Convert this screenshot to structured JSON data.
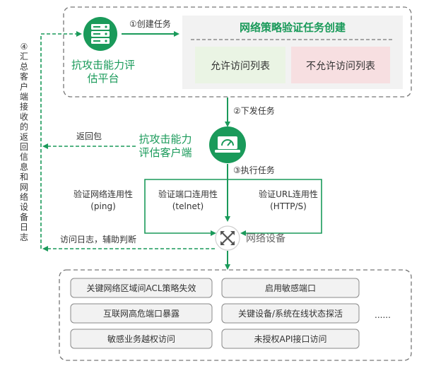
{
  "colors": {
    "green": "#1a9a5a",
    "green_dark": "#15854c",
    "text_dark": "#333333",
    "text_gray": "#666666",
    "light_green_fill": "#eaf4e4",
    "light_pink_fill": "#f7dfe1",
    "panel_gray": "#f2f2f2",
    "dash_gray": "#777777",
    "box_fill": "#f2f2f2"
  },
  "icons": {
    "platform": "server-rack-icon",
    "client": "gauge-laptop-icon",
    "network": "network-switch-icon"
  },
  "top": {
    "platform_label_line1": "抗攻击能力评",
    "platform_label_line2": "估平台",
    "step1": "①创建任务",
    "task_title": "网络策略验证任务创建",
    "allow_list": "允许访问列表",
    "deny_list": "不允许访问列表"
  },
  "middle": {
    "step2": "②下发任务",
    "return_packet": "返回包",
    "client_label_line1": "抗攻击能力",
    "client_label_line2": "评估客户端",
    "step3": "③执行任务",
    "verify_network": "验证网络连用性",
    "verify_network_proto": "(ping)",
    "verify_port": "验证端口连用性",
    "verify_port_proto": "(telnet)",
    "verify_url": "验证URL连用性",
    "verify_url_proto": "(HTTP/S)",
    "device": "网络设备",
    "access_log": "访问日志，辅助判断"
  },
  "side": {
    "summary": "④汇总客户端接收的返回信息和网络设备日志"
  },
  "results": {
    "items": [
      "关键网络区域间ACL策略失效",
      "启用敏感端口",
      "互联网高危端口暴露",
      "关键设备/系统在线状态探活",
      "敏感业务越权访问",
      "未授权API接口访问"
    ],
    "more": "......"
  }
}
